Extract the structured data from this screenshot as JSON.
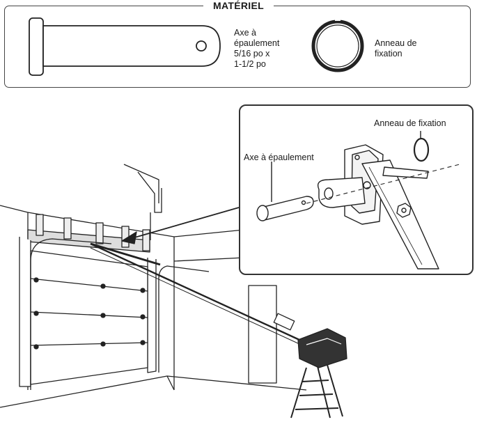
{
  "hardware": {
    "title": "MATÉRIEL",
    "clevis_pin": {
      "line1": "Axe à",
      "line2": "épaulement",
      "line3": "5/16 po x",
      "line4": "1-1/2 po"
    },
    "ring_fastener": {
      "line1": "Anneau de",
      "line2": "fixation"
    }
  },
  "callout": {
    "clevis_pin_label": "Axe à épaulement",
    "ring_label": "Anneau de fixation"
  }
}
